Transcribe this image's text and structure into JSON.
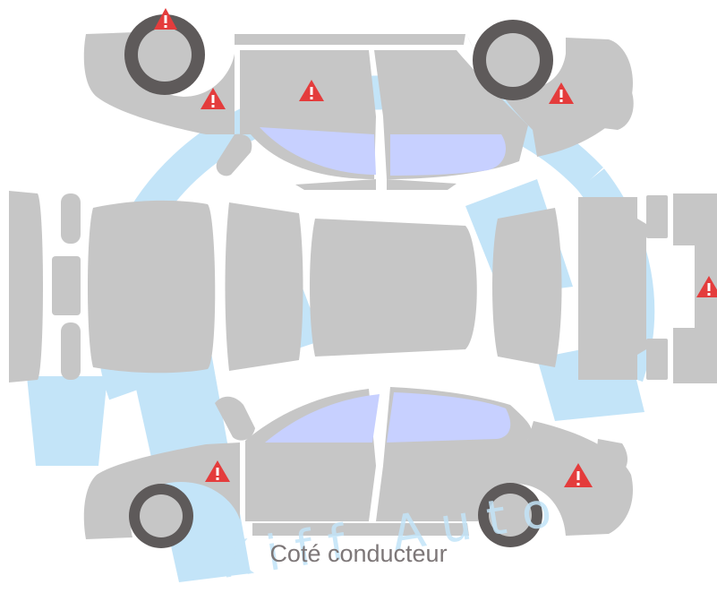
{
  "diagram": {
    "caption": "Coté conducteur",
    "watermark_text": "Kiff Auto",
    "colors": {
      "panel": "#c6c6c6",
      "glass": "#c7d0ff",
      "tire": "#5e5a5a",
      "warning": "#e43c3c",
      "watermark": "#c3e4f8",
      "caption": "#7d7778"
    },
    "damage_markers": [
      {
        "zone": "rear-left-wheel-top",
        "icon": "warning-triangle-icon"
      },
      {
        "zone": "rear-left-fender-top",
        "icon": "warning-triangle-icon"
      },
      {
        "zone": "rear-left-door-top",
        "icon": "warning-triangle-icon"
      },
      {
        "zone": "front-fender-top",
        "icon": "warning-triangle-icon"
      },
      {
        "zone": "front-bumper-right",
        "icon": "warning-triangle-icon"
      },
      {
        "zone": "front-fender-bottom",
        "icon": "warning-triangle-icon"
      },
      {
        "zone": "rear-fender-bottom",
        "icon": "warning-triangle-icon"
      }
    ]
  }
}
